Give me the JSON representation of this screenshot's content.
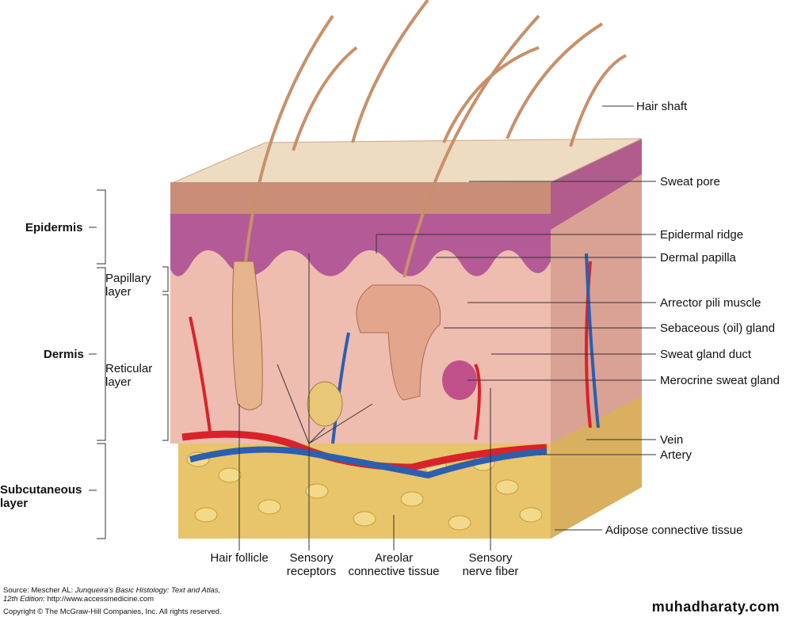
{
  "left_labels": {
    "epidermis": "Epidermis",
    "papillary": [
      "Papillary",
      "layer"
    ],
    "dermis": "Dermis",
    "reticular": [
      "Reticular",
      "layer"
    ],
    "subcutaneous": [
      "Subcutaneous",
      "layer"
    ]
  },
  "right_labels": {
    "hair_shaft": "Hair shaft",
    "sweat_pore": "Sweat pore",
    "epidermal_ridge": "Epidermal ridge",
    "dermal_papilla": "Dermal papilla",
    "arrector_pili": "Arrector pili muscle",
    "sebaceous": "Sebaceous (oil) gland",
    "sweat_duct": "Sweat gland duct",
    "merocrine": "Merocrine sweat gland",
    "vein": "Vein",
    "artery": "Artery",
    "adipose": "Adipose connective tissue"
  },
  "bottom_labels": {
    "hair_follicle": [
      "Hair follicle"
    ],
    "sensory_receptors": [
      "Sensory",
      "receptors"
    ],
    "areolar": [
      "Areolar",
      "connective tissue"
    ],
    "sensory_nerve": [
      "Sensory",
      "nerve fiber"
    ]
  },
  "footer": {
    "source_prefix": "Source: Mescher AL: ",
    "source_title": "Junqueira's Basic Histology: Text and Atlas,",
    "edition": "12th Edition",
    "url": ": http://www.accessmedicine.com",
    "copyright": "Copyright © The McGraw-Hill Companies, Inc. All rights reserved.",
    "watermark": "muhadharaty.com"
  },
  "colors": {
    "surface": "#eedcc2",
    "epidermis": "#c98d78",
    "stratum_basale": "#b45a96",
    "dermis": "#efbcb0",
    "fat": "#e8c46a",
    "artery": "#d8232a",
    "vein": "#2b5fb0",
    "hair": "#c8906a"
  }
}
